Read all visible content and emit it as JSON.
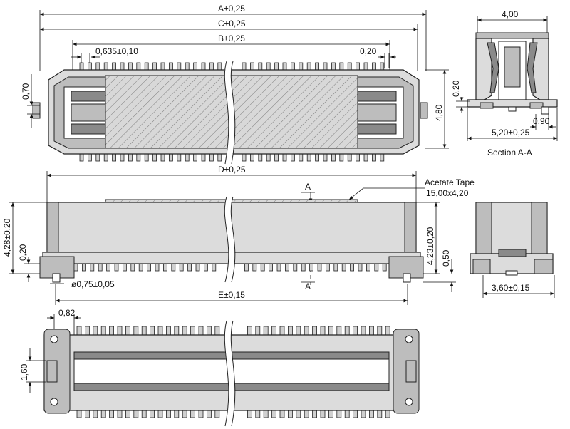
{
  "top_view": {
    "dim_a": "A±0,25",
    "dim_c": "C±0,25",
    "dim_b": "B±0,25",
    "dim_pitch": "0,635±0,10",
    "dim_pin_width": "0,20",
    "dim_left_height": "0,70",
    "dim_right_height": "4,80"
  },
  "section_view": {
    "dim_top_width": "4,00",
    "dim_left": "0,20",
    "dim_small": "0,90",
    "dim_bottom_width": "5,20±0,25",
    "caption": "Section A-A"
  },
  "front_view": {
    "dim_d": "D±0,25",
    "tape_label": "Acetate Tape",
    "tape_size": "15,00x4,20",
    "section_mark_top": "A",
    "section_mark_bottom": "A",
    "dim_total_height": "4,28±0,20",
    "dim_left_small": "0,20",
    "dim_right_height": "4,23±0,20",
    "dim_right_small": "0,50",
    "dim_peg_diameter": "ø0,75±0,05",
    "dim_e": "E±0,15"
  },
  "side_view": {
    "dim_width": "3,60±0,15"
  },
  "bottom_view": {
    "dim_offset": "0,82",
    "dim_height": "1,60"
  }
}
